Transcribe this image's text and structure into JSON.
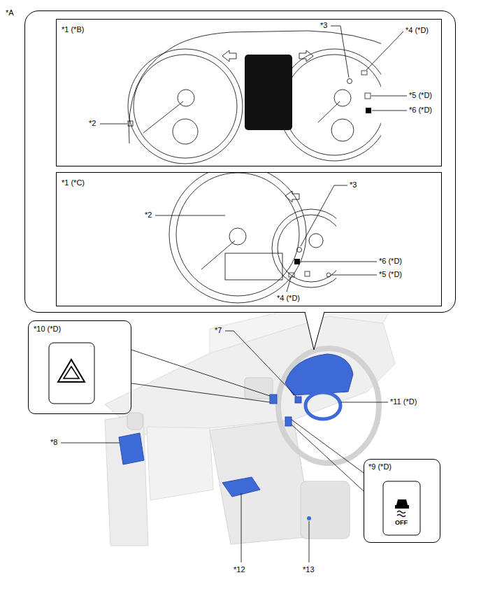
{
  "diagram": {
    "nodes": [
      {
        "text": [
          "*A"
        ]
      },
      {
        "text": [
          "*1 (*B)"
        ],
        "in": 0
      },
      {
        "text": [
          "*1 (*C)"
        ],
        "in": 0
      },
      {
        "text": [
          "*10 (*D)"
        ]
      },
      {
        "text": [
          "*9 (*D)"
        ]
      }
    ],
    "labels": [
      "*2",
      "*3",
      "*4 (*D)",
      "*5 (*D)",
      "*6 (*D)",
      "*3",
      "*2",
      "*6 (*D)",
      "*5 (*D)",
      "*4 (*D)",
      "*7",
      "*11 (*D)",
      "*8",
      "*12",
      "*13",
      "OFF"
    ]
  }
}
